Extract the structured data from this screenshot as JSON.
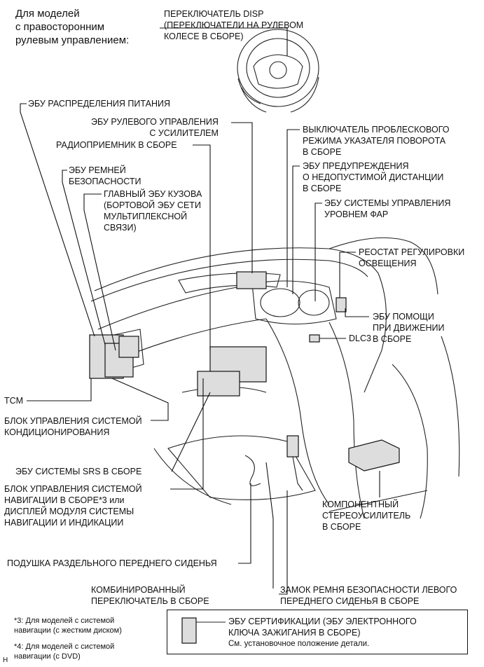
{
  "header": {
    "lines": [
      "Для моделей",
      "с правосторонним",
      "рулевым управлением:"
    ]
  },
  "labels": {
    "disp": [
      "ПЕРЕКЛЮЧАТЕЛЬ DISP",
      "(ПЕРЕКЛЮЧАТЕЛИ НА РУЛЕВОМ",
      "КОЛЕСЕ В СБОРЕ)"
    ],
    "power_dist": [
      "ЭБУ РАСПРЕДЕЛЕНИЯ ПИТАНИЯ"
    ],
    "eps": [
      "ЭБУ РУЛЕВОГО УПРАВЛЕНИЯ",
      "С УСИЛИТЕЛЕМ"
    ],
    "radio": [
      "РАДИОПРИЕМНИК В СБОРЕ"
    ],
    "seatbelt_ecu": [
      "ЭБУ РЕМНЕЙ",
      "БЕЗОПАСНОСТИ"
    ],
    "main_body": [
      "ГЛАВНЫЙ ЭБУ КУЗОВА",
      "(БОРТОВОЙ ЭБУ СЕТИ",
      "МУЛЬТИПЛЕКСНОЙ",
      "СВЯЗИ)"
    ],
    "flasher": [
      "ВЫКЛЮЧАТЕЛЬ ПРОБЛЕСКОВОГО",
      "РЕЖИМА УКАЗАТЕЛЯ ПОВОРОТА",
      "В СБОРЕ"
    ],
    "distance_warn": [
      "ЭБУ ПРЕДУПРЕЖДЕНИЯ",
      "О НЕДОПУСТИМОЙ ДИСТАНЦИИ",
      "В СБОРЕ"
    ],
    "headlamp_level": [
      "ЭБУ СИСТЕМЫ УПРАВЛЕНИЯ",
      "УРОВНЕМ ФАР"
    ],
    "rheostat": [
      "РЕОСТАТ РЕГУЛИРОВКИ",
      "ОСВЕЩЕНИЯ"
    ],
    "driving_support": [
      "ЭБУ ПОМОЩИ",
      "ПРИ ДВИЖЕНИИ",
      "В СБОРЕ"
    ],
    "dlc3": [
      "DLC3"
    ],
    "tcm": [
      "TCM"
    ],
    "ac": [
      "БЛОК УПРАВЛЕНИЯ СИСТЕМОЙ",
      "КОНДИЦИОНИРОВАНИЯ"
    ],
    "srs": [
      "ЭБУ СИСТЕМЫ SRS В СБОРЕ"
    ],
    "nav": [
      "БЛОК УПРАВЛЕНИЯ СИСТЕМОЙ",
      "НАВИГАЦИИ В СБОРЕ*3 или",
      "ДИСПЛЕЙ МОДУЛЯ СИСТЕМЫ",
      "НАВИГАЦИИ И ИНДИКАЦИИ"
    ],
    "amp": [
      "КОМПОНЕНТНЫЙ",
      "СТЕРЕОУСИЛИТЕЛЬ",
      "В СБОРЕ"
    ],
    "seat_cushion": [
      "ПОДУШКА РАЗДЕЛЬНОГО ПЕРЕДНЕГО СИДЕНЬЯ"
    ],
    "combo_switch": [
      "КОМБИНИРОВАННЫЙ",
      "ПЕРЕКЛЮЧАТЕЛЬ В СБОРЕ"
    ],
    "buckle": [
      "ЗАМОК РЕМНЯ БЕЗОПАСНОСТИ ЛЕВОГО",
      "ПЕРЕДНЕГО СИДЕНЬЯ В СБОРЕ"
    ]
  },
  "legend": {
    "lines": [
      "ЭБУ СЕРТИФИКАЦИИ (ЭБУ ЭЛЕКТРОННОГО",
      "КЛЮЧА ЗАЖИГАНИЯ В СБОРЕ)"
    ],
    "note": "См. установочное положение детали."
  },
  "footnotes": {
    "n3": [
      "*3: Для моделей с системой",
      "навигации (с жестким диском)"
    ],
    "n4": [
      "*4: Для моделей с системой",
      "навигации (с DVD)"
    ]
  },
  "corner_mark": "H"
}
